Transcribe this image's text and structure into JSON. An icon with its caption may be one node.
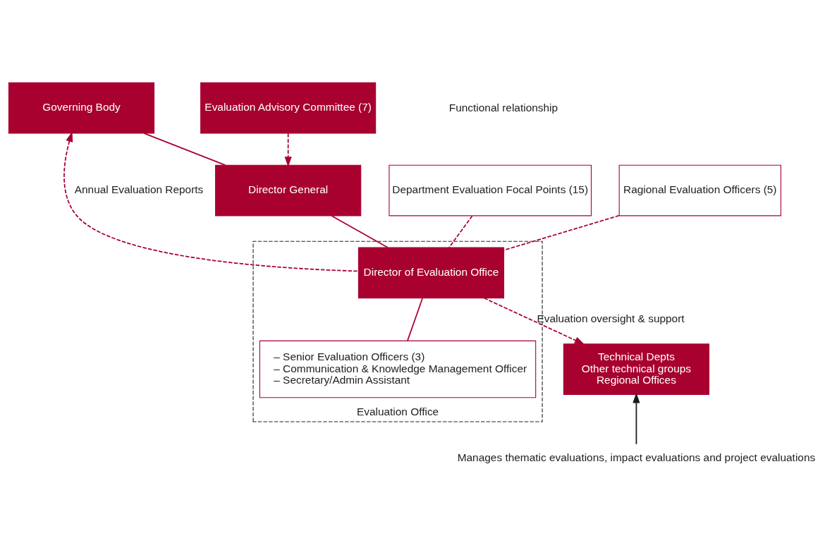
{
  "diagram": {
    "nodes": [
      {
        "text": [
          "Governing Body"
        ]
      },
      {
        "text": [
          "Evaluation Advisory Committee (7)"
        ]
      },
      {
        "text": [
          "Director General"
        ]
      },
      {
        "text": [
          "Department Evaluation Focal Points (15)"
        ]
      },
      {
        "text": [
          "Ragional Evaluation Officers (5)"
        ]
      },
      {
        "text": [
          "Evaluation Office"
        ]
      },
      {
        "text": [
          "Director of Evaluation Office"
        ],
        "in": 5
      },
      {
        "text": [
          "– Senior Evaluation Officers (3)",
          "– Communication & Knowledge Management Officer",
          "– Secretary/Admin Assistant"
        ],
        "in": 5
      },
      {
        "text": [
          "Technical Depts",
          "Other technical groups",
          "Regional Offices"
        ]
      },
      {
        "text": [
          "Manages thematic evaluations, impact evaluations and project evaluations"
        ]
      }
    ],
    "edges": [
      {
        "from": 0,
        "to": 2,
        "arrow": "none"
      },
      {
        "from": 1,
        "to": 2,
        "arrow": "to",
        "style": "dashed"
      },
      {
        "from": 2,
        "to": 6,
        "arrow": "none"
      },
      {
        "from": 3,
        "to": 6,
        "arrow": "none",
        "style": "dashed"
      },
      {
        "from": 4,
        "to": 6,
        "arrow": "none",
        "style": "dashed"
      },
      {
        "from": 6,
        "to": 0,
        "arrow": "to",
        "style": "dashed",
        "label": "Annual Evaluation Reports"
      },
      {
        "from": 6,
        "to": 7,
        "arrow": "none"
      },
      {
        "from": 6,
        "to": 8,
        "arrow": "to",
        "style": "dashed",
        "label": "Evaluation oversight & support"
      },
      {
        "from": 9,
        "to": 8,
        "arrow": "to",
        "color": "#1a1a1a"
      }
    ],
    "legend": [
      {
        "text": "Functional relationship"
      }
    ]
  }
}
